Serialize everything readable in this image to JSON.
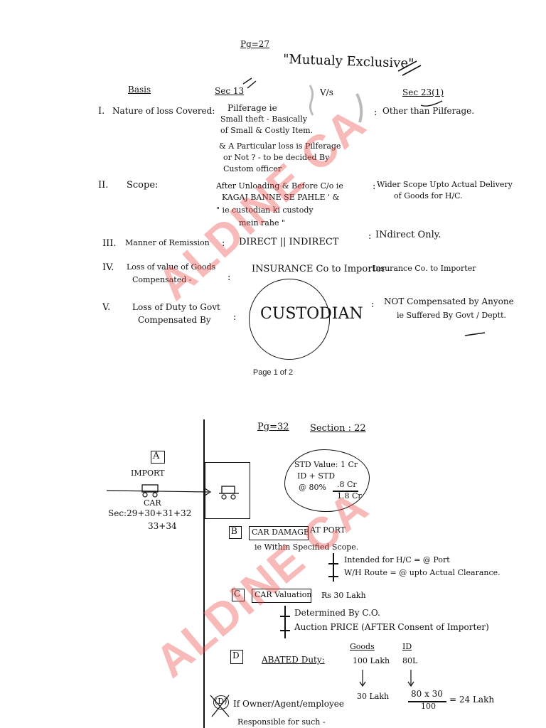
{
  "watermark": "ALDINE CA",
  "page1": {
    "page_ref": "Pg=27",
    "title": "\"Mutualy Exclusive\"",
    "col_basis": "Basis",
    "col_sec13": "Sec 13",
    "vs": "V/s",
    "col_sec23": "Sec 23(1)",
    "rows": [
      {
        "num": "I.",
        "label": "Nature of loss Covered:",
        "sec13": [
          "Pilferage ie",
          "Small theft - Basically",
          "of Small & Costly Item.",
          "& A Particular loss is Pilferage",
          "or Not ? - to be decided By",
          "Custom officer"
        ],
        "sec23": [
          "Other than Pilferage."
        ]
      },
      {
        "num": "II.",
        "label": "Scope:",
        "sec13": [
          "After Unloading & Before C/o ie",
          "KAGAJ BANNE SE PAHLE ' &",
          "\" ie custodian ki custody",
          "mein rahe \""
        ],
        "sec23": [
          "Wider Scope Upto Actual Delivery",
          "of Goods for H/C."
        ]
      },
      {
        "num": "III.",
        "label": "Manner of Remission",
        "sec13": [
          "DIRECT || INDIRECT"
        ],
        "sec23": [
          "INdirect Only."
        ]
      },
      {
        "num": "IV.",
        "label": "Loss of value of Goods",
        "label2": "Compensated -",
        "sec13": [
          "INSURANCE Co to Importer"
        ],
        "sec23": [
          "Insurance Co. to Importer"
        ]
      },
      {
        "num": "V.",
        "label": "Loss of Duty to Govt",
        "label2": "Compensated By",
        "sec13": [
          "CUSTODIAN"
        ],
        "sec23": [
          "NOT Compensated by Anyone",
          "ie Suffered By Govt / Deptt."
        ]
      }
    ],
    "footer": "Page 1 of 2"
  },
  "page2": {
    "page_ref": "Pg=32",
    "section": "Section : 22",
    "a_label": "A",
    "import_label": "IMPORT",
    "car_label": "CAR",
    "sections_ref": "Sec:29+30+31+32",
    "sections_ref2": "33+34",
    "std_value": [
      "STD Value: 1 Cr",
      "ID + STD",
      "@ 80%",
      ".8 Cr",
      "1.8 Cr"
    ],
    "b_label": "B",
    "b_text": "CAR DAMAGE",
    "b_text2": "AT PORT",
    "b_line2": "ie Within Specified Scope.",
    "b_sub": [
      "Intended for H/C = @ Port",
      "W/H Route  = @ upto Actual Clearance."
    ],
    "c_label": "C",
    "c_text": "CAR Valuation",
    "c_value": "Rs 30 Lakh",
    "c_sub": [
      "Determined By C.O.",
      "Auction PRICE (AFTER Consent of Importer)"
    ],
    "d_label": "D",
    "d_text": "ABATED Duty:",
    "d_col1_head": "Goods",
    "d_col1_val": "100 Lakh",
    "d_col2_head": "ID",
    "d_col2_val": "80L",
    "d_res1": "30 Lakh",
    "d_calc": "80 x 30",
    "d_calc_den": "100",
    "d_res2": "= 24 Lakh",
    "e_label": "(D)",
    "e_text": "If Owner/Agent/employee",
    "e_text2": "Responsible for such -"
  }
}
